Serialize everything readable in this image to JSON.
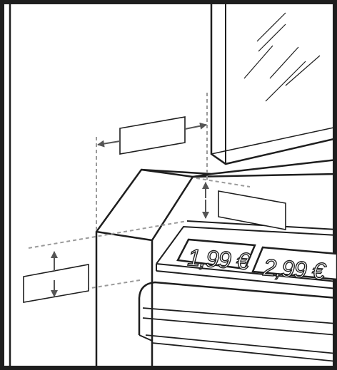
{
  "colors": {
    "line": "#1e1e1e",
    "dimension": "#9a9a9a",
    "arrow": "#555555",
    "background": "#ffffff"
  },
  "price_tags": [
    {
      "text": "1,99 €"
    },
    {
      "text": "2,99 €"
    }
  ],
  "placeholder_boxes": [
    {
      "name": "top-label-placeholder",
      "content": ""
    },
    {
      "name": "front-label-placeholder",
      "content": ""
    },
    {
      "name": "side-label-placeholder",
      "content": ""
    }
  ],
  "icons": [
    "double-arrow-horizontal-icon",
    "double-arrow-vertical-icon"
  ]
}
